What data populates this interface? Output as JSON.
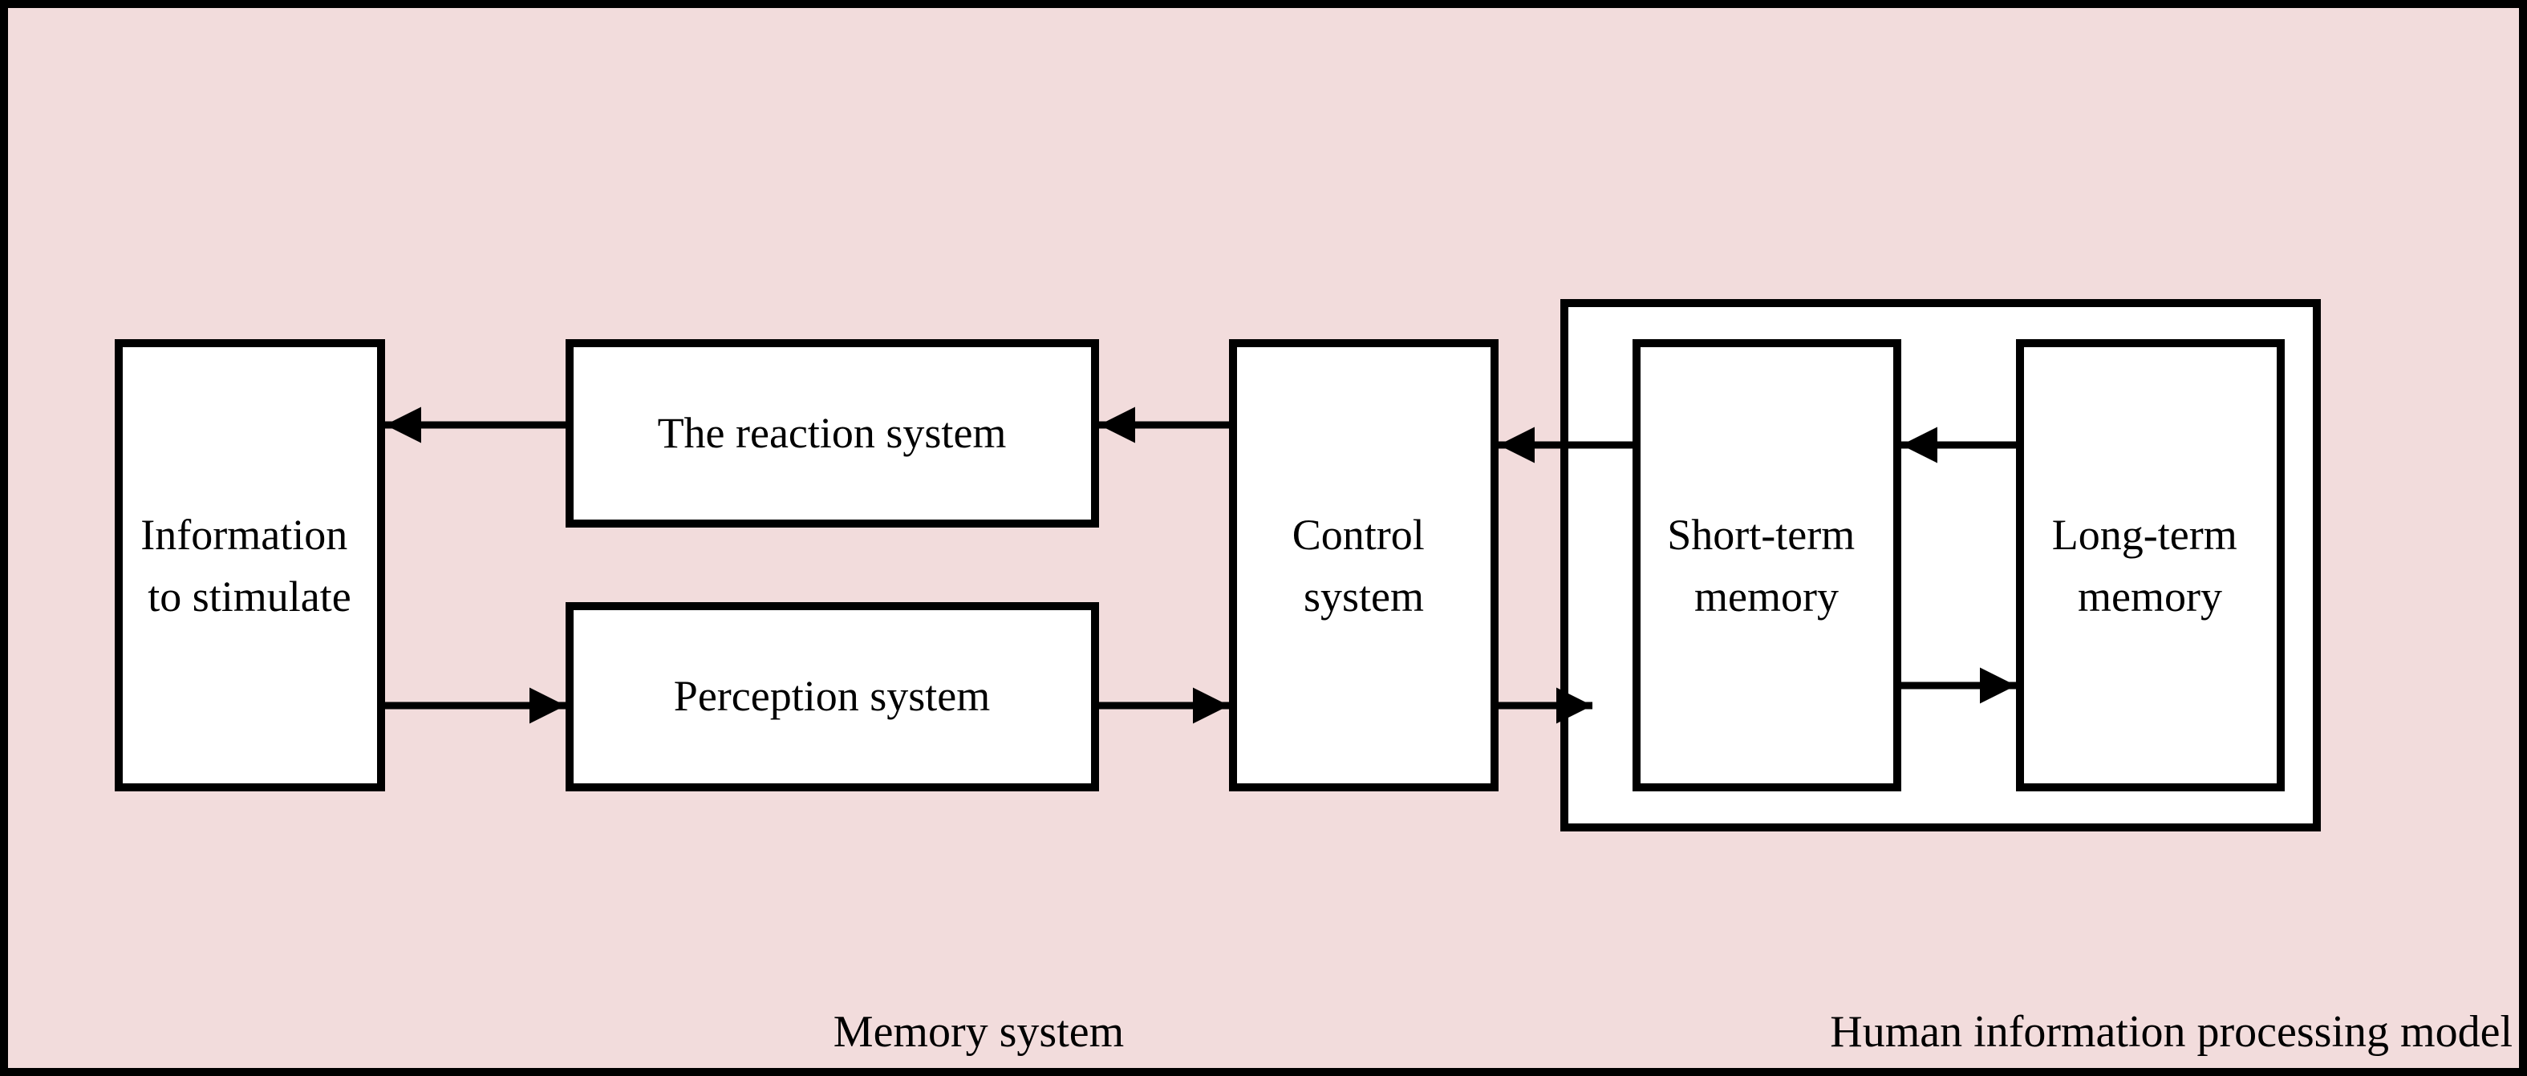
{
  "colors": {
    "background": "#f2dcdc",
    "box_fill": "#ffffff",
    "stroke": "#000000"
  },
  "nodes": {
    "information": {
      "label": [
        "Information",
        "to stimulate"
      ]
    },
    "reaction": {
      "label": [
        "The reaction system"
      ]
    },
    "perception": {
      "label": [
        "Perception system"
      ]
    },
    "control": {
      "label": [
        "Control",
        "system"
      ]
    },
    "short_term": {
      "label": [
        "Short-term",
        "memory"
      ]
    },
    "long_term": {
      "label": [
        "Long-term",
        "memory"
      ]
    }
  },
  "captions": {
    "memory_system": "Memory system",
    "model_title": "Human information processing model"
  },
  "edges": [
    {
      "from": "reaction",
      "to": "information"
    },
    {
      "from": "information",
      "to": "perception"
    },
    {
      "from": "control",
      "to": "reaction"
    },
    {
      "from": "perception",
      "to": "control"
    },
    {
      "from": "short_term",
      "to": "control"
    },
    {
      "from": "control",
      "to": "memory_system"
    },
    {
      "from": "long_term",
      "to": "short_term"
    },
    {
      "from": "short_term",
      "to": "long_term"
    }
  ]
}
